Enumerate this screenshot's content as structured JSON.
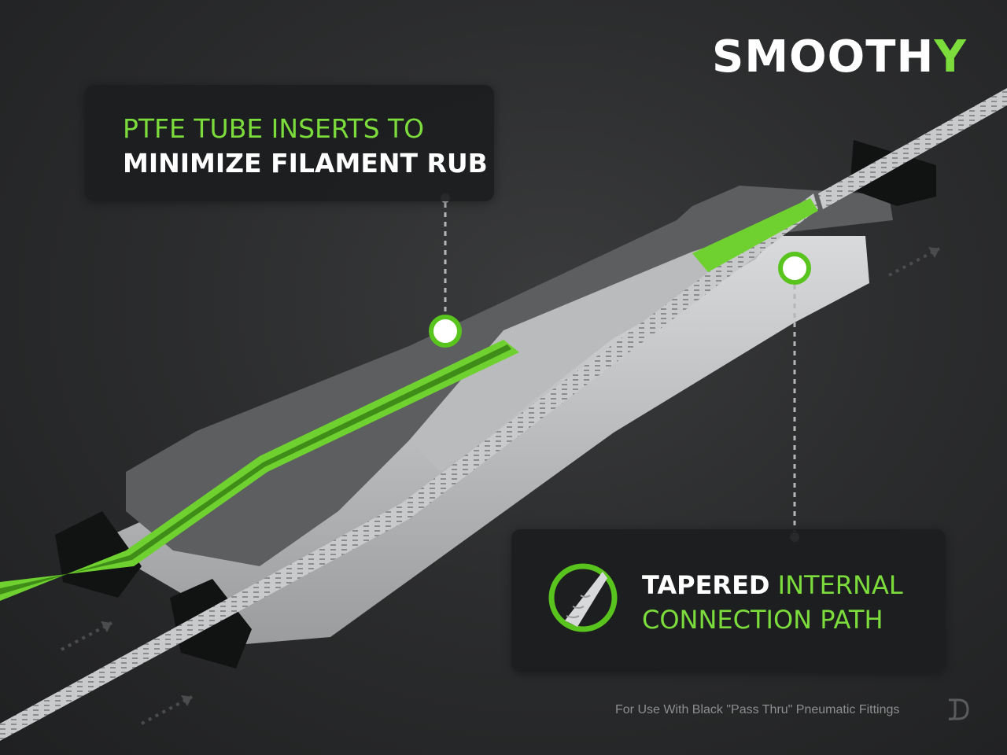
{
  "brand": {
    "logo_main": "SMOOTH",
    "logo_accent": "Y",
    "accent_color": "#7bdc3c"
  },
  "callouts": {
    "ptfe": {
      "line1": "PTFE TUBE INSERTS TO",
      "line2": "MINIMIZE FILAMENT RUB"
    },
    "tapered": {
      "line1_bold": "TAPERED",
      "line1_rest": " INTERNAL",
      "line2": "CONNECTION PATH",
      "icon": "tapered-cone-icon"
    }
  },
  "footnote": "For Use With Black \"Pass Thru\" Pneumatic Fittings",
  "maker_mark": "maker-logo-icon"
}
